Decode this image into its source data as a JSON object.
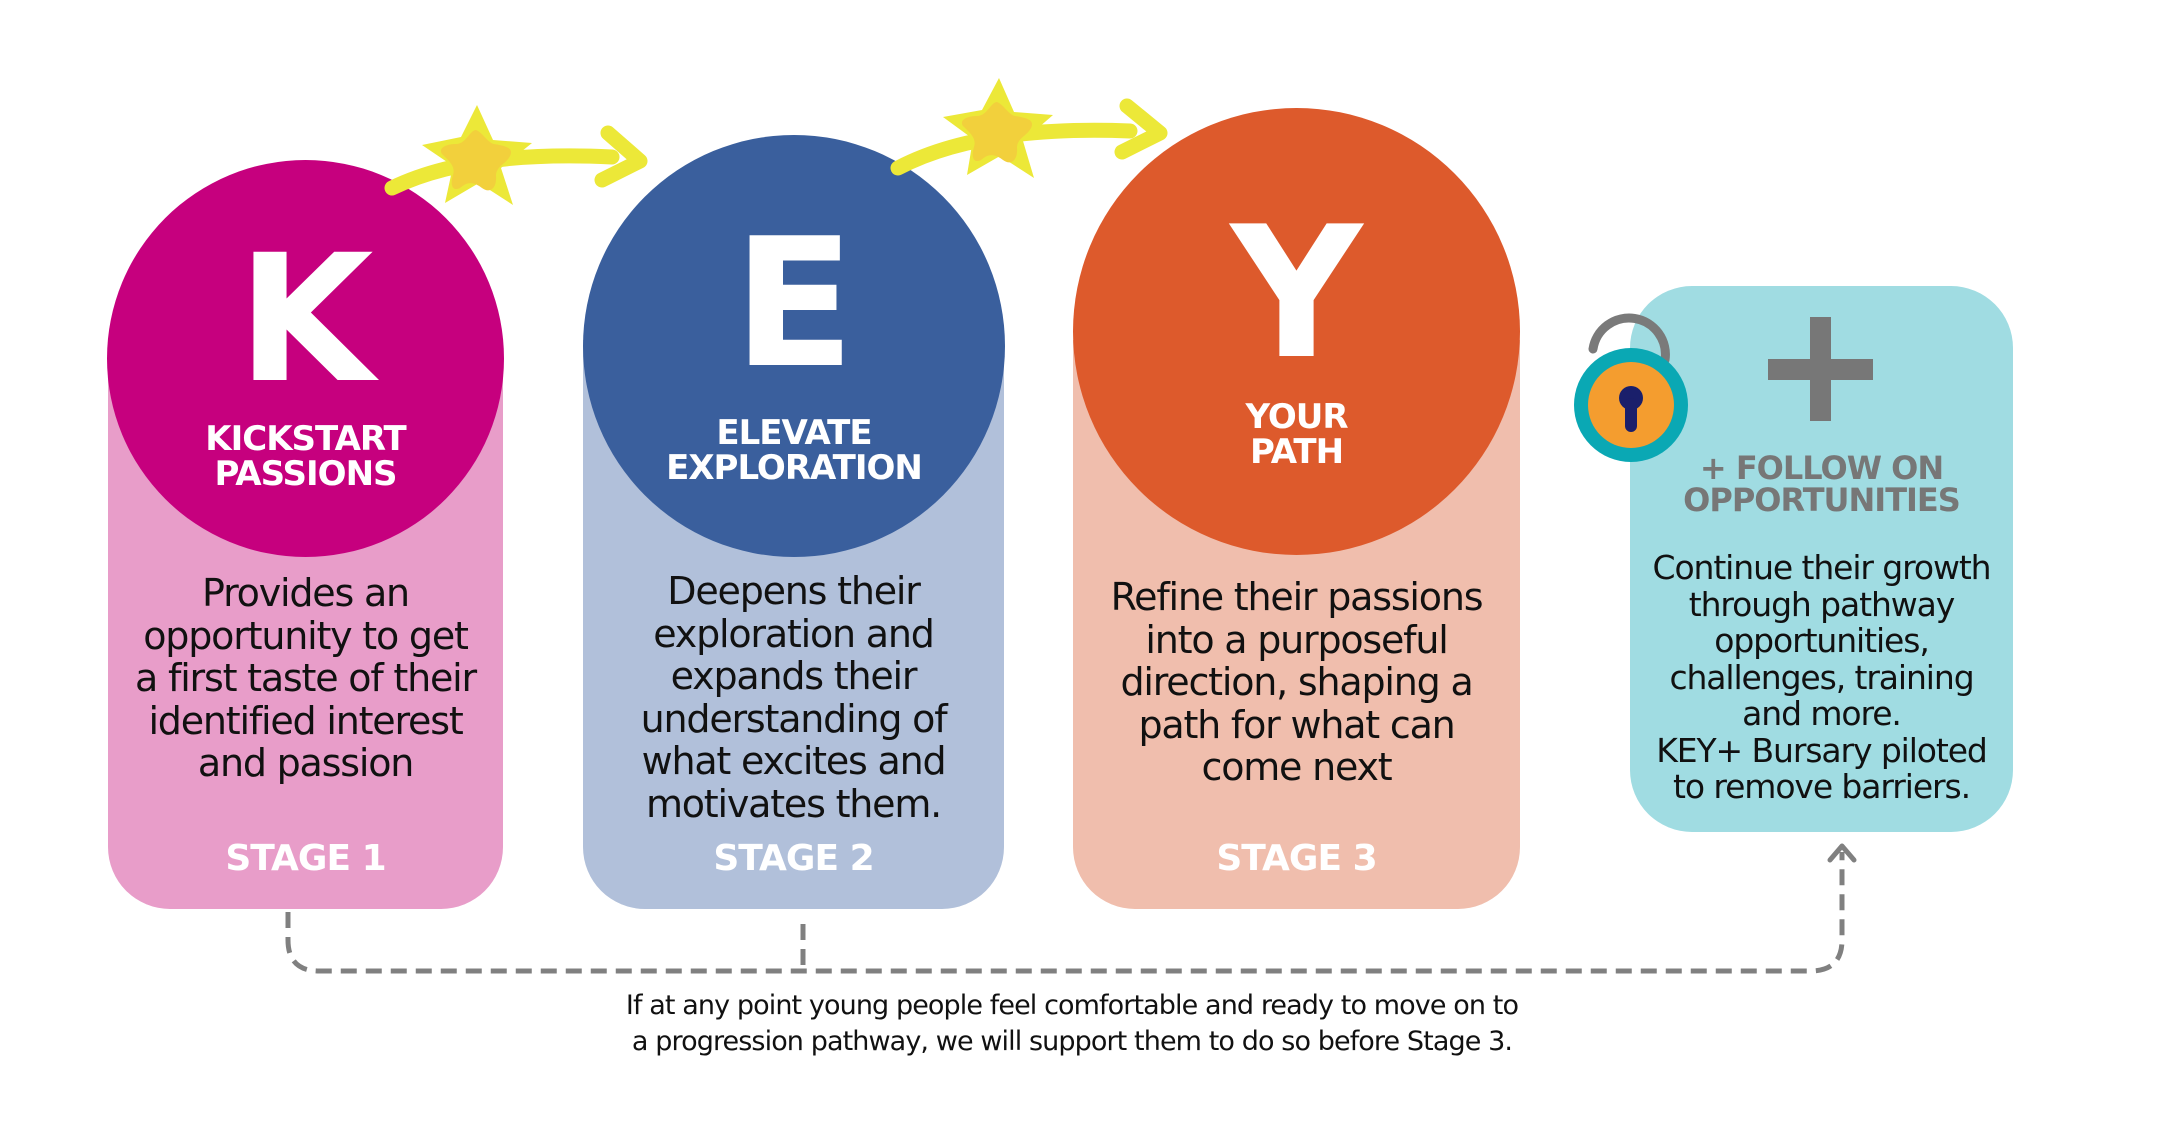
{
  "colors": {
    "stage1_circle": "#C6007E",
    "stage1_pill": "#E89DC9",
    "stage2_circle": "#3A5F9D",
    "stage2_pill": "#B1C0DA",
    "stage3_circle": "#DD5A2C",
    "stage3_pill": "#F0BEAD",
    "plus_card": "#A0DCE2",
    "plus_text": "#777777",
    "arrow_yellow": "#ECE838",
    "star_inner": "#F2D03C",
    "dashed_line": "#808080",
    "lock_ring": "#0AA8B4",
    "lock_body": "#F49D2F",
    "lock_keyhole": "#1A1F6B",
    "lock_shackle": "#7A7A7A"
  },
  "stages": [
    {
      "letter": "K",
      "title_lines": [
        "KICKSTART",
        "PASSIONS"
      ],
      "description_lines": [
        "Provides an",
        "opportunity to get",
        "a first taste of their",
        "identified interest",
        "and passion"
      ],
      "stage_label": "STAGE 1"
    },
    {
      "letter": "E",
      "title_lines": [
        "ELEVATE",
        "EXPLORATION"
      ],
      "description_lines": [
        "Deepens their",
        "exploration and",
        "expands their",
        "understanding of",
        "what excites and",
        "motivates them."
      ],
      "stage_label": "STAGE 2"
    },
    {
      "letter": "Y",
      "title_lines": [
        "YOUR",
        "PATH"
      ],
      "description_lines": [
        "Refine their passions",
        "into a purposeful",
        "direction, shaping a",
        "path for what can",
        "come next"
      ],
      "stage_label": "STAGE 3"
    }
  ],
  "follow_on": {
    "symbol": "+",
    "title_lines": [
      "+ FOLLOW ON",
      "OPPORTUNITIES"
    ],
    "description_lines": [
      "Continue their growth",
      "through pathway",
      "opportunities,",
      "challenges, training",
      "and more.",
      "KEY+ Bursary piloted",
      "to remove barriers."
    ]
  },
  "footer": {
    "lines": [
      "If at any point young people feel comfortable and ready to move on to",
      "a progression pathway, we will support them to do so before Stage 3."
    ]
  },
  "icons": {
    "star": "star-icon",
    "arrow": "curved-arrow-icon",
    "lock": "unlocked-padlock-icon",
    "plus": "plus-icon"
  }
}
